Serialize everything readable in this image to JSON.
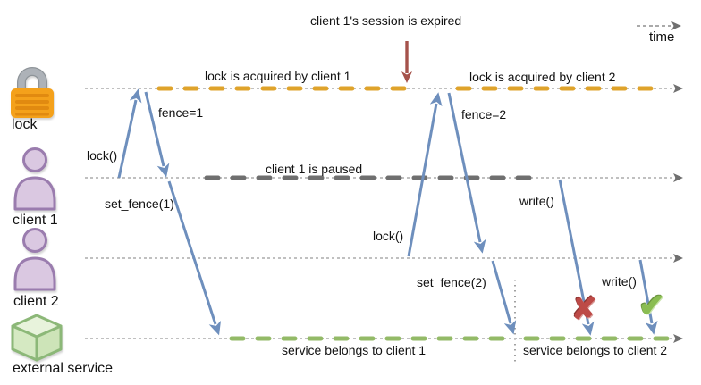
{
  "title": {
    "session_expired": "client 1's session is expired"
  },
  "time_axis": {
    "label": "time"
  },
  "actors": [
    {
      "label": "lock",
      "icon": "padlock-icon"
    },
    {
      "label": "client 1",
      "icon": "person-icon"
    },
    {
      "label": "client 2",
      "icon": "person-icon"
    },
    {
      "label": "external service",
      "icon": "cube-icon"
    }
  ],
  "segments": [
    {
      "label": "lock is acquired by client 1",
      "lane": "lock",
      "color": "#DFA32B"
    },
    {
      "label": "lock is acquired by client 2",
      "lane": "lock",
      "color": "#DFA32B"
    },
    {
      "label": "client 1 is paused",
      "lane": "client 1",
      "color": "#6F6F6F"
    },
    {
      "label": "service belongs to client 1",
      "lane": "external service",
      "color": "#93BA67"
    },
    {
      "label": "service belongs to client 2",
      "lane": "external service",
      "color": "#93BA67"
    }
  ],
  "messages": [
    {
      "label": "lock()",
      "from": "client 1",
      "to": "lock"
    },
    {
      "label": "fence=1",
      "from": "lock",
      "to": "client 1"
    },
    {
      "label": "set_fence(1)",
      "from": "client 1",
      "to": "external service"
    },
    {
      "label": "lock()",
      "from": "client 2",
      "to": "lock"
    },
    {
      "label": "fence=2",
      "from": "lock",
      "to": "client 2"
    },
    {
      "label": "set_fence(2)",
      "from": "client 2",
      "to": "external service"
    },
    {
      "label": "write()",
      "from": "client 1",
      "to": "external service",
      "result": "rejected"
    },
    {
      "label": "write()",
      "from": "client 2",
      "to": "external service",
      "result": "accepted"
    }
  ],
  "icons": {
    "rejected": "✘",
    "accepted": "✔"
  },
  "colors": {
    "lock_segment": "#DFA32B",
    "pause_segment": "#6F6F6F",
    "service_segment": "#93BA67",
    "message_arrow": "#6E8FBD",
    "expiry_arrow": "#A5524B",
    "timeline": "#999999",
    "reject_x": "#BD4A47",
    "accept_check": "#8ABD52"
  }
}
